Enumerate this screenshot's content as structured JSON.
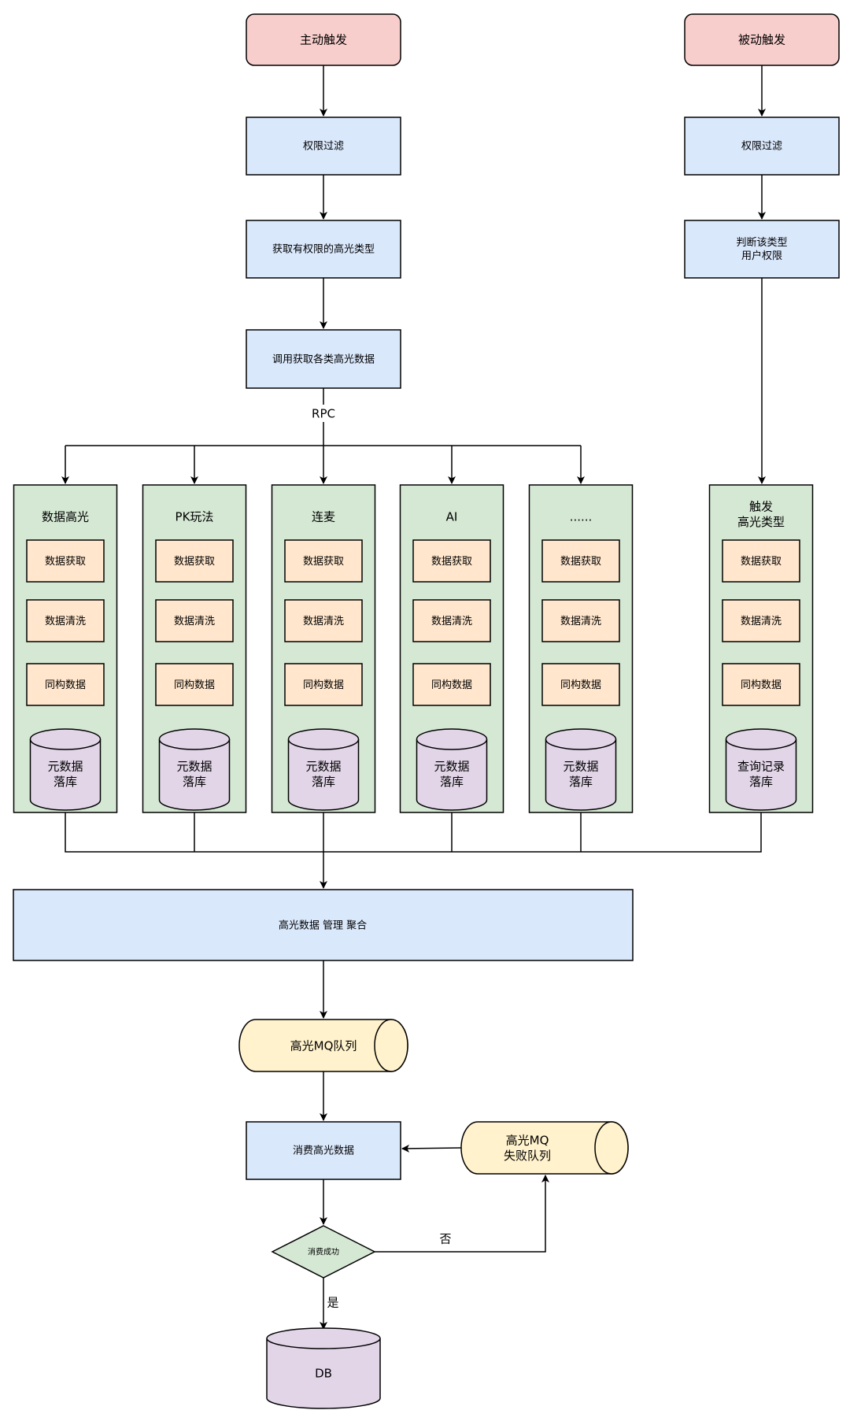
{
  "colors": {
    "trigger_fill": "#f8cecc",
    "step_fill": "#dae8fc",
    "module_fill": "#d5e8d4",
    "task_fill": "#ffe6cc",
    "db_fill": "#e1d5e7",
    "queue_fill": "#fff2cc",
    "decision_fill": "#d5e8d4",
    "stroke": "#000000"
  },
  "active": {
    "trigger": "主动触发",
    "permission_filter": "权限过滤",
    "get_types": "获取有权限的高光类型",
    "call_fetch": "调用获取各类高光数据",
    "rpc_label": "RPC"
  },
  "passive": {
    "trigger": "被动触发",
    "permission_filter": "权限过滤",
    "check_permission": [
      "判断该类型",
      "用户权限"
    ]
  },
  "modules": [
    {
      "title": [
        "数据高光"
      ],
      "tasks": [
        "数据获取",
        "数据清洗",
        "同构数据"
      ],
      "store": [
        "元数据",
        "落库"
      ]
    },
    {
      "title": [
        "PK玩法"
      ],
      "tasks": [
        "数据获取",
        "数据清洗",
        "同构数据"
      ],
      "store": [
        "元数据",
        "落库"
      ]
    },
    {
      "title": [
        "连麦"
      ],
      "tasks": [
        "数据获取",
        "数据清洗",
        "同构数据"
      ],
      "store": [
        "元数据",
        "落库"
      ]
    },
    {
      "title": [
        "AI"
      ],
      "tasks": [
        "数据获取",
        "数据清洗",
        "同构数据"
      ],
      "store": [
        "元数据",
        "落库"
      ]
    },
    {
      "title": [
        "......"
      ],
      "tasks": [
        "数据获取",
        "数据清洗",
        "同构数据"
      ],
      "store": [
        "元数据",
        "落库"
      ]
    },
    {
      "title": [
        "触发",
        "高光类型"
      ],
      "tasks": [
        "数据获取",
        "数据清洗",
        "同构数据"
      ],
      "store": [
        "查询记录",
        "落库"
      ]
    }
  ],
  "aggregate": "高光数据 管理 聚合",
  "mq_queue": "高光MQ队列",
  "consume": "消费高光数据",
  "fail_queue": [
    "高光MQ",
    "失败队列"
  ],
  "decision": "消费成功",
  "yes_label": "是",
  "no_label": "否",
  "db": "DB"
}
